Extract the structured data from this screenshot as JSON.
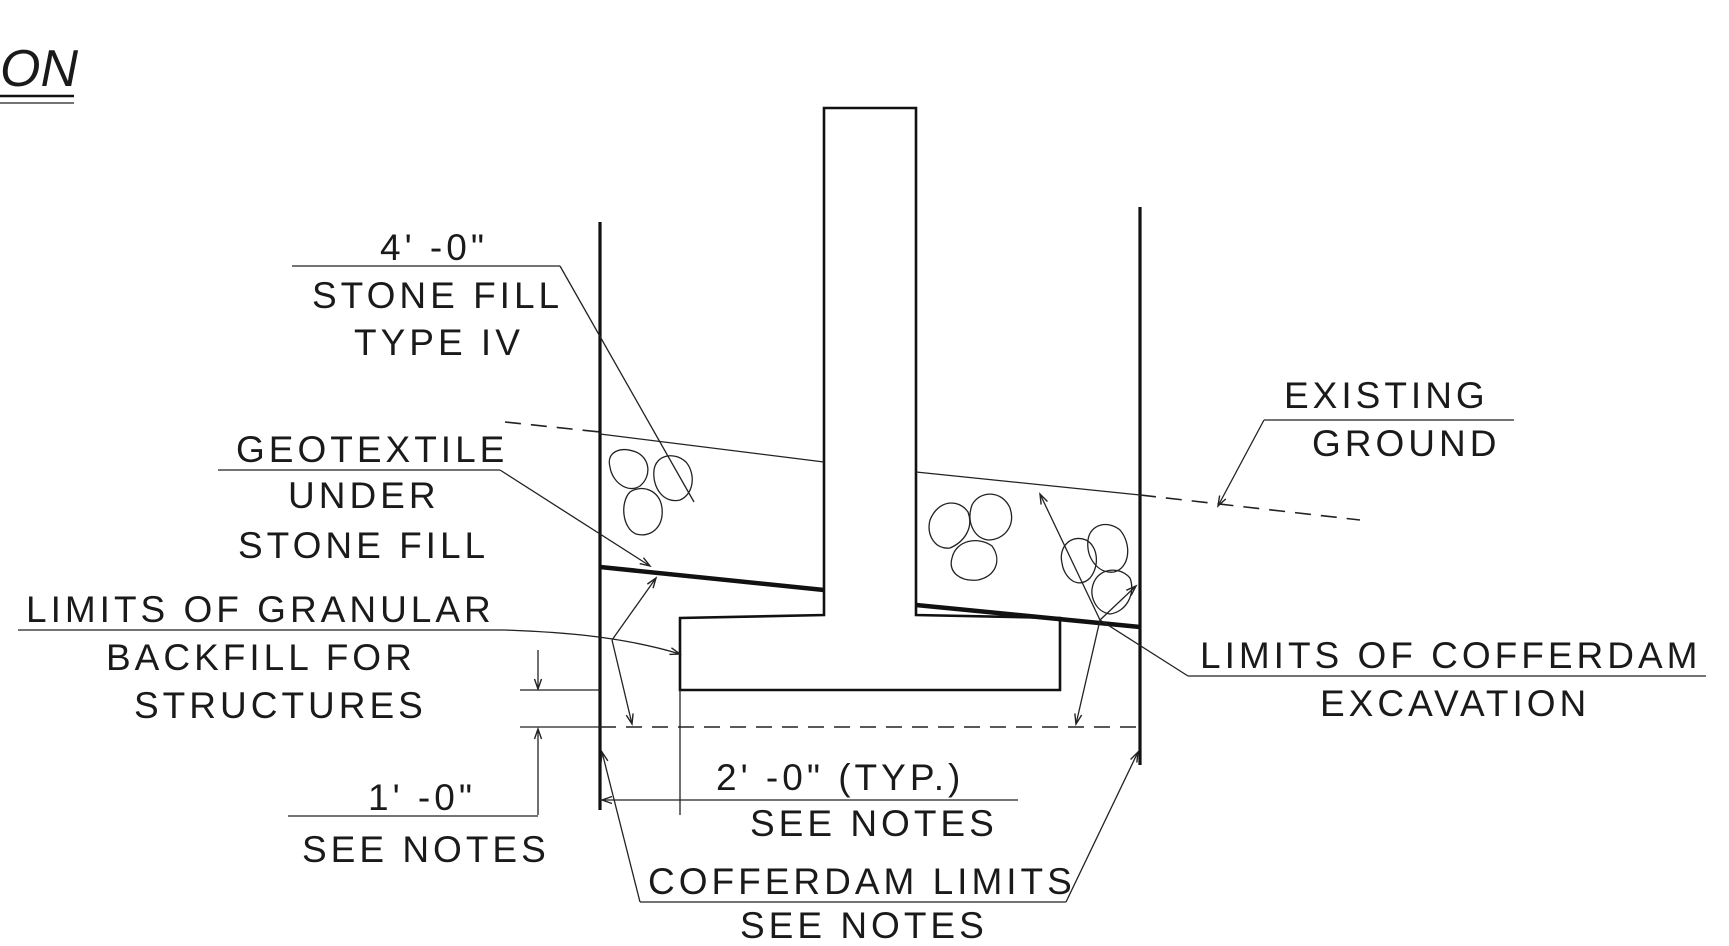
{
  "title": "ON",
  "labels": {
    "stone_fill_dim": "4' -0\"",
    "stone_fill_line1": "STONE FILL",
    "stone_fill_line2": "TYPE IV",
    "geotextile_line1": "GEOTEXTILE",
    "geotextile_line2": "UNDER",
    "geotextile_line3": "STONE FILL",
    "granular_line1": "LIMITS OF GRANULAR",
    "granular_line2": "BACKFILL FOR",
    "granular_line3": "STRUCTURES",
    "one_ft_dim": "1' -0\"",
    "one_ft_note": "SEE NOTES",
    "existing_line1": "EXISTING",
    "existing_line2": "GROUND",
    "cofferdam_exc_line1": "LIMITS OF COFFERDAM",
    "cofferdam_exc_line2": "EXCAVATION",
    "two_ft_dim": "2' -0\" (TYP.)",
    "two_ft_note": "SEE NOTES",
    "cofferdam_limits_line1": "COFFERDAM LIMITS",
    "cofferdam_limits_line2": "SEE NOTES"
  }
}
